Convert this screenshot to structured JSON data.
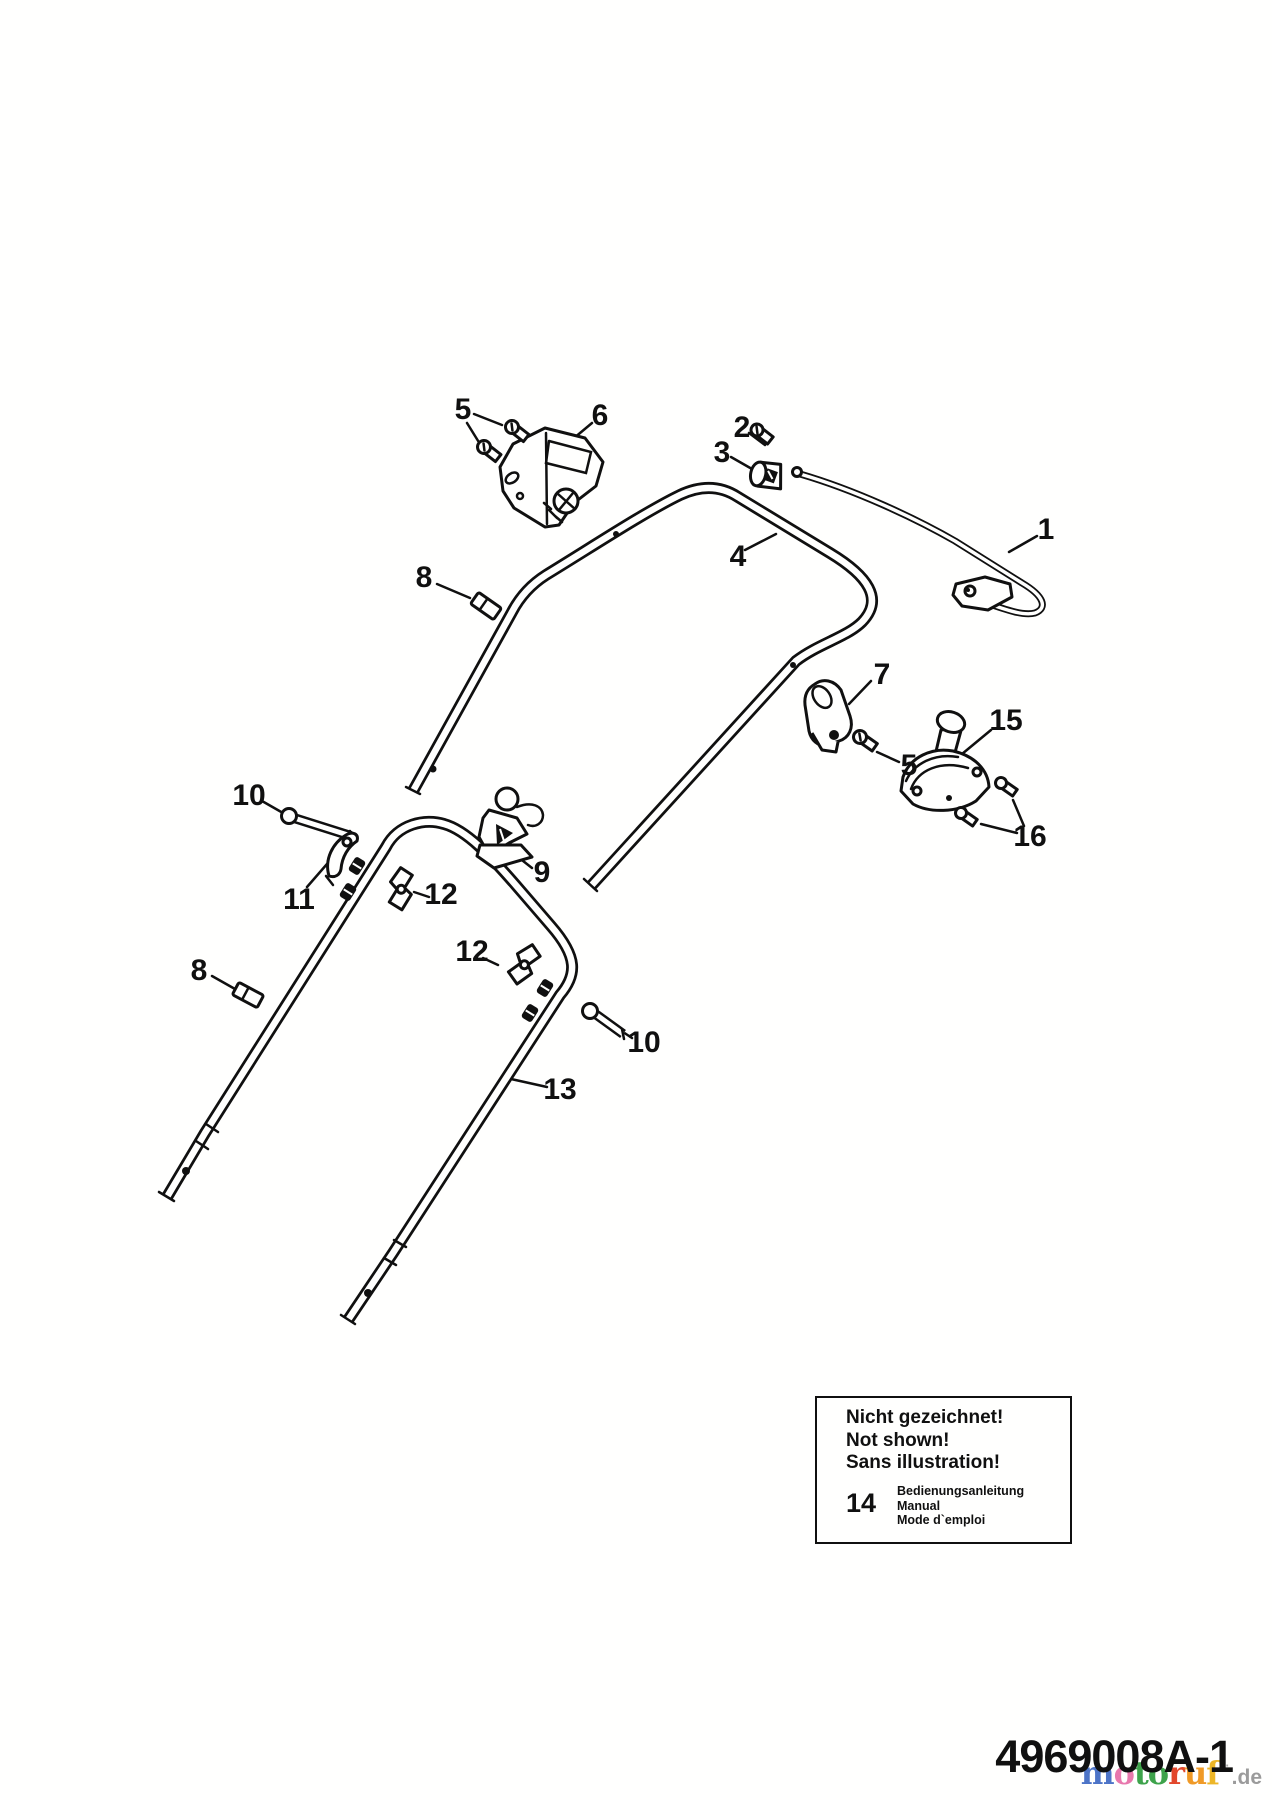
{
  "page": {
    "background": "#fffffe",
    "ink": "#101010"
  },
  "callouts": [
    {
      "text": "5"
    },
    {
      "text": "6"
    },
    {
      "text": "2"
    },
    {
      "text": "3"
    },
    {
      "text": "4"
    },
    {
      "text": "1"
    },
    {
      "text": "8"
    },
    {
      "text": "7"
    },
    {
      "text": "15"
    },
    {
      "text": "5"
    },
    {
      "text": "16"
    },
    {
      "text": "10"
    },
    {
      "text": "11"
    },
    {
      "text": "9"
    },
    {
      "text": "12"
    },
    {
      "text": "12"
    },
    {
      "text": "8"
    },
    {
      "text": "10"
    },
    {
      "text": "13"
    }
  ],
  "note_box": {
    "lines": [
      "Nicht gezeichnet!",
      "Not shown!",
      "Sans illustration!"
    ],
    "item_number": "14",
    "item_names": [
      "Bedienungsanleitung",
      "Manual",
      "Mode d`emploi"
    ]
  },
  "footer": {
    "document_number": "4969008A-1"
  },
  "watermark": {
    "letters": [
      {
        "ch": "m",
        "css": "color:#4d74c7"
      },
      {
        "ch": "o",
        "css": "color:#e878ad"
      },
      {
        "ch": "t",
        "css": "color:#3ea34b"
      },
      {
        "ch": "o",
        "css": "color:#3ea34b"
      },
      {
        "ch": "r",
        "css": "color:#e2472c"
      },
      {
        "ch": "u",
        "css": "color:#f09a27"
      },
      {
        "ch": "f",
        "css": "color:#edb627"
      }
    ],
    "tm": "··",
    "suffix": ".de",
    "suffix_css": "color:#9b9b9b"
  }
}
